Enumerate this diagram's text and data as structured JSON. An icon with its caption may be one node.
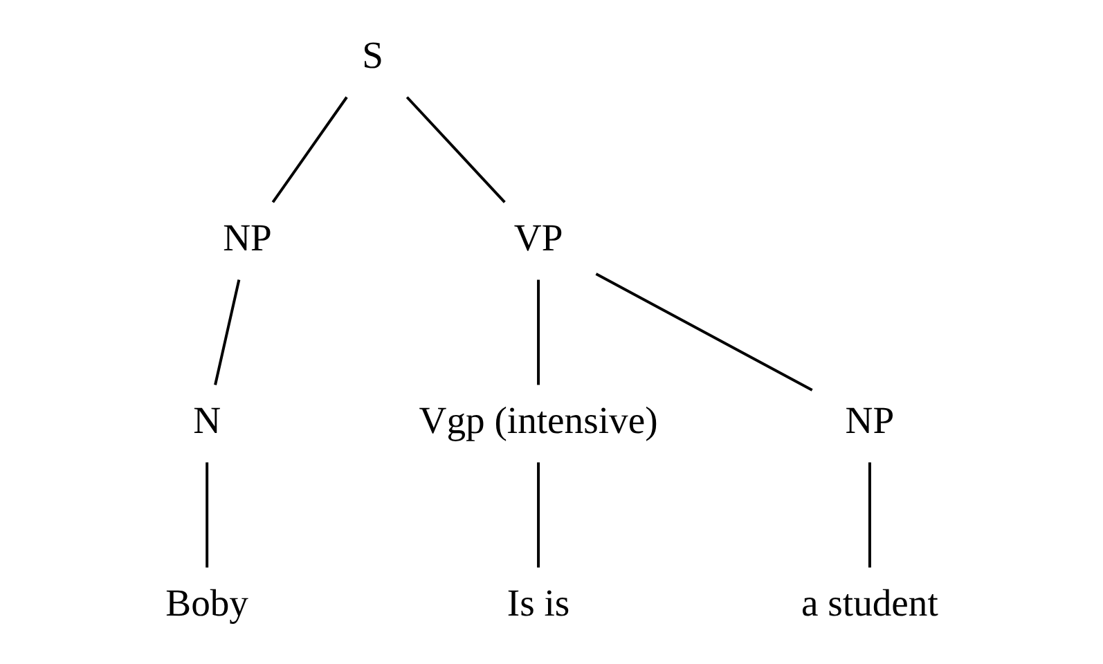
{
  "diagram": {
    "nodes": [
      {
        "text": [
          "S"
        ]
      },
      {
        "text": [
          "NP"
        ]
      },
      {
        "text": [
          "VP"
        ]
      },
      {
        "text": [
          "N"
        ]
      },
      {
        "text": [
          "Vgp (intensive)"
        ]
      },
      {
        "text": [
          "NP"
        ]
      },
      {
        "text": [
          "Boby"
        ]
      },
      {
        "text": [
          "Is is"
        ]
      },
      {
        "text": [
          "a student"
        ]
      }
    ],
    "edges": [
      {
        "from": 0,
        "to": 1,
        "arrow": "none"
      },
      {
        "from": 0,
        "to": 2,
        "arrow": "none"
      },
      {
        "from": 1,
        "to": 3,
        "arrow": "none"
      },
      {
        "from": 2,
        "to": 4,
        "arrow": "none"
      },
      {
        "from": 2,
        "to": 5,
        "arrow": "none"
      },
      {
        "from": 3,
        "to": 6,
        "arrow": "none"
      },
      {
        "from": 4,
        "to": 7,
        "arrow": "none"
      },
      {
        "from": 5,
        "to": 8,
        "arrow": "none"
      }
    ]
  }
}
